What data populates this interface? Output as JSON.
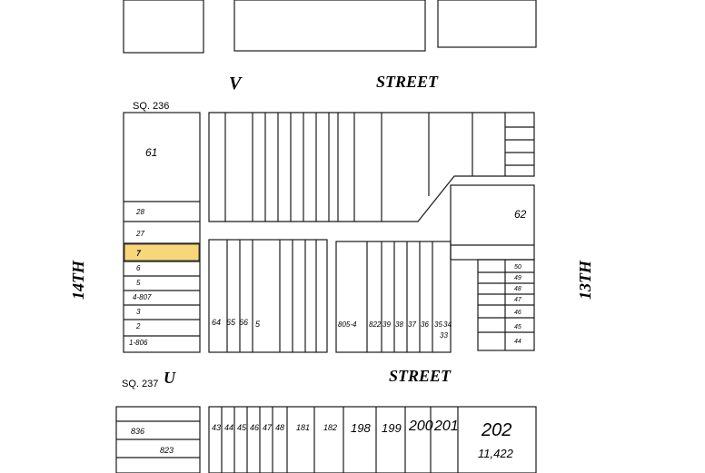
{
  "streets": {
    "v_letter": "V",
    "v_word": "STREET",
    "u_letter": "U",
    "u_word": "STREET",
    "west": "14TH",
    "east": "13TH"
  },
  "squares": {
    "north": "SQ. 236",
    "south": "SQ. 237"
  },
  "lots": {
    "big": "61",
    "big_east": "62",
    "highlighted": "7",
    "west_column": [
      "28",
      "27",
      "7",
      "6",
      "5",
      "4-807",
      "3",
      "2",
      "1-806"
    ],
    "south_row": [
      "64",
      "65",
      "66",
      "5"
    ],
    "south_right": [
      "805-4",
      "822",
      "39",
      "38",
      "37",
      "36",
      "35",
      "34",
      "33"
    ],
    "east_column": [
      "50",
      "49",
      "48",
      "47",
      "46",
      "45",
      "44"
    ],
    "bottom_block": [
      "43",
      "44",
      "45",
      "46",
      "47",
      "48",
      "181",
      "182",
      "198",
      "199",
      "200",
      "201",
      "202"
    ],
    "bottom_area": "11,422",
    "bottom_left": [
      "836",
      "823"
    ]
  },
  "colors": {
    "highlight": "#f7d77a",
    "ink": "#1a1a1a"
  }
}
